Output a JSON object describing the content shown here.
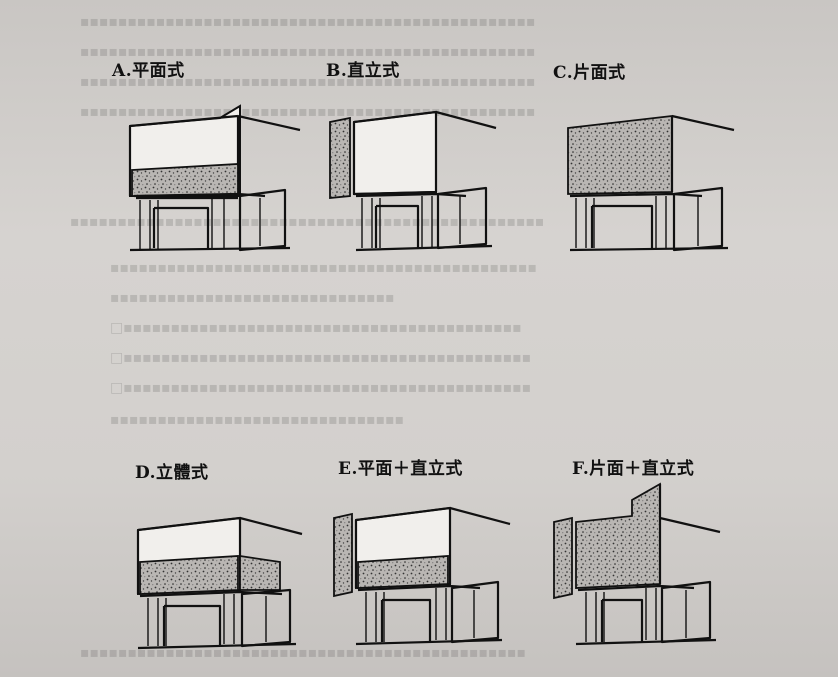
{
  "figures": [
    {
      "id": "A",
      "label": "A.平面式",
      "type": "horizontal-band"
    },
    {
      "id": "B",
      "label": "B.直立式",
      "type": "vertical-side"
    },
    {
      "id": "C",
      "label": "C.片面式",
      "type": "full-face"
    },
    {
      "id": "D",
      "label": "D.立體式",
      "type": "wraparound"
    },
    {
      "id": "E",
      "label": "E.平面＋直立式",
      "type": "band-plus-side"
    },
    {
      "id": "F",
      "label": "F.片面＋直立式",
      "type": "face-plus-side"
    }
  ],
  "colors": {
    "paper": "#d3d0cd",
    "ink": "#111111",
    "speckle": "#8a8784"
  }
}
